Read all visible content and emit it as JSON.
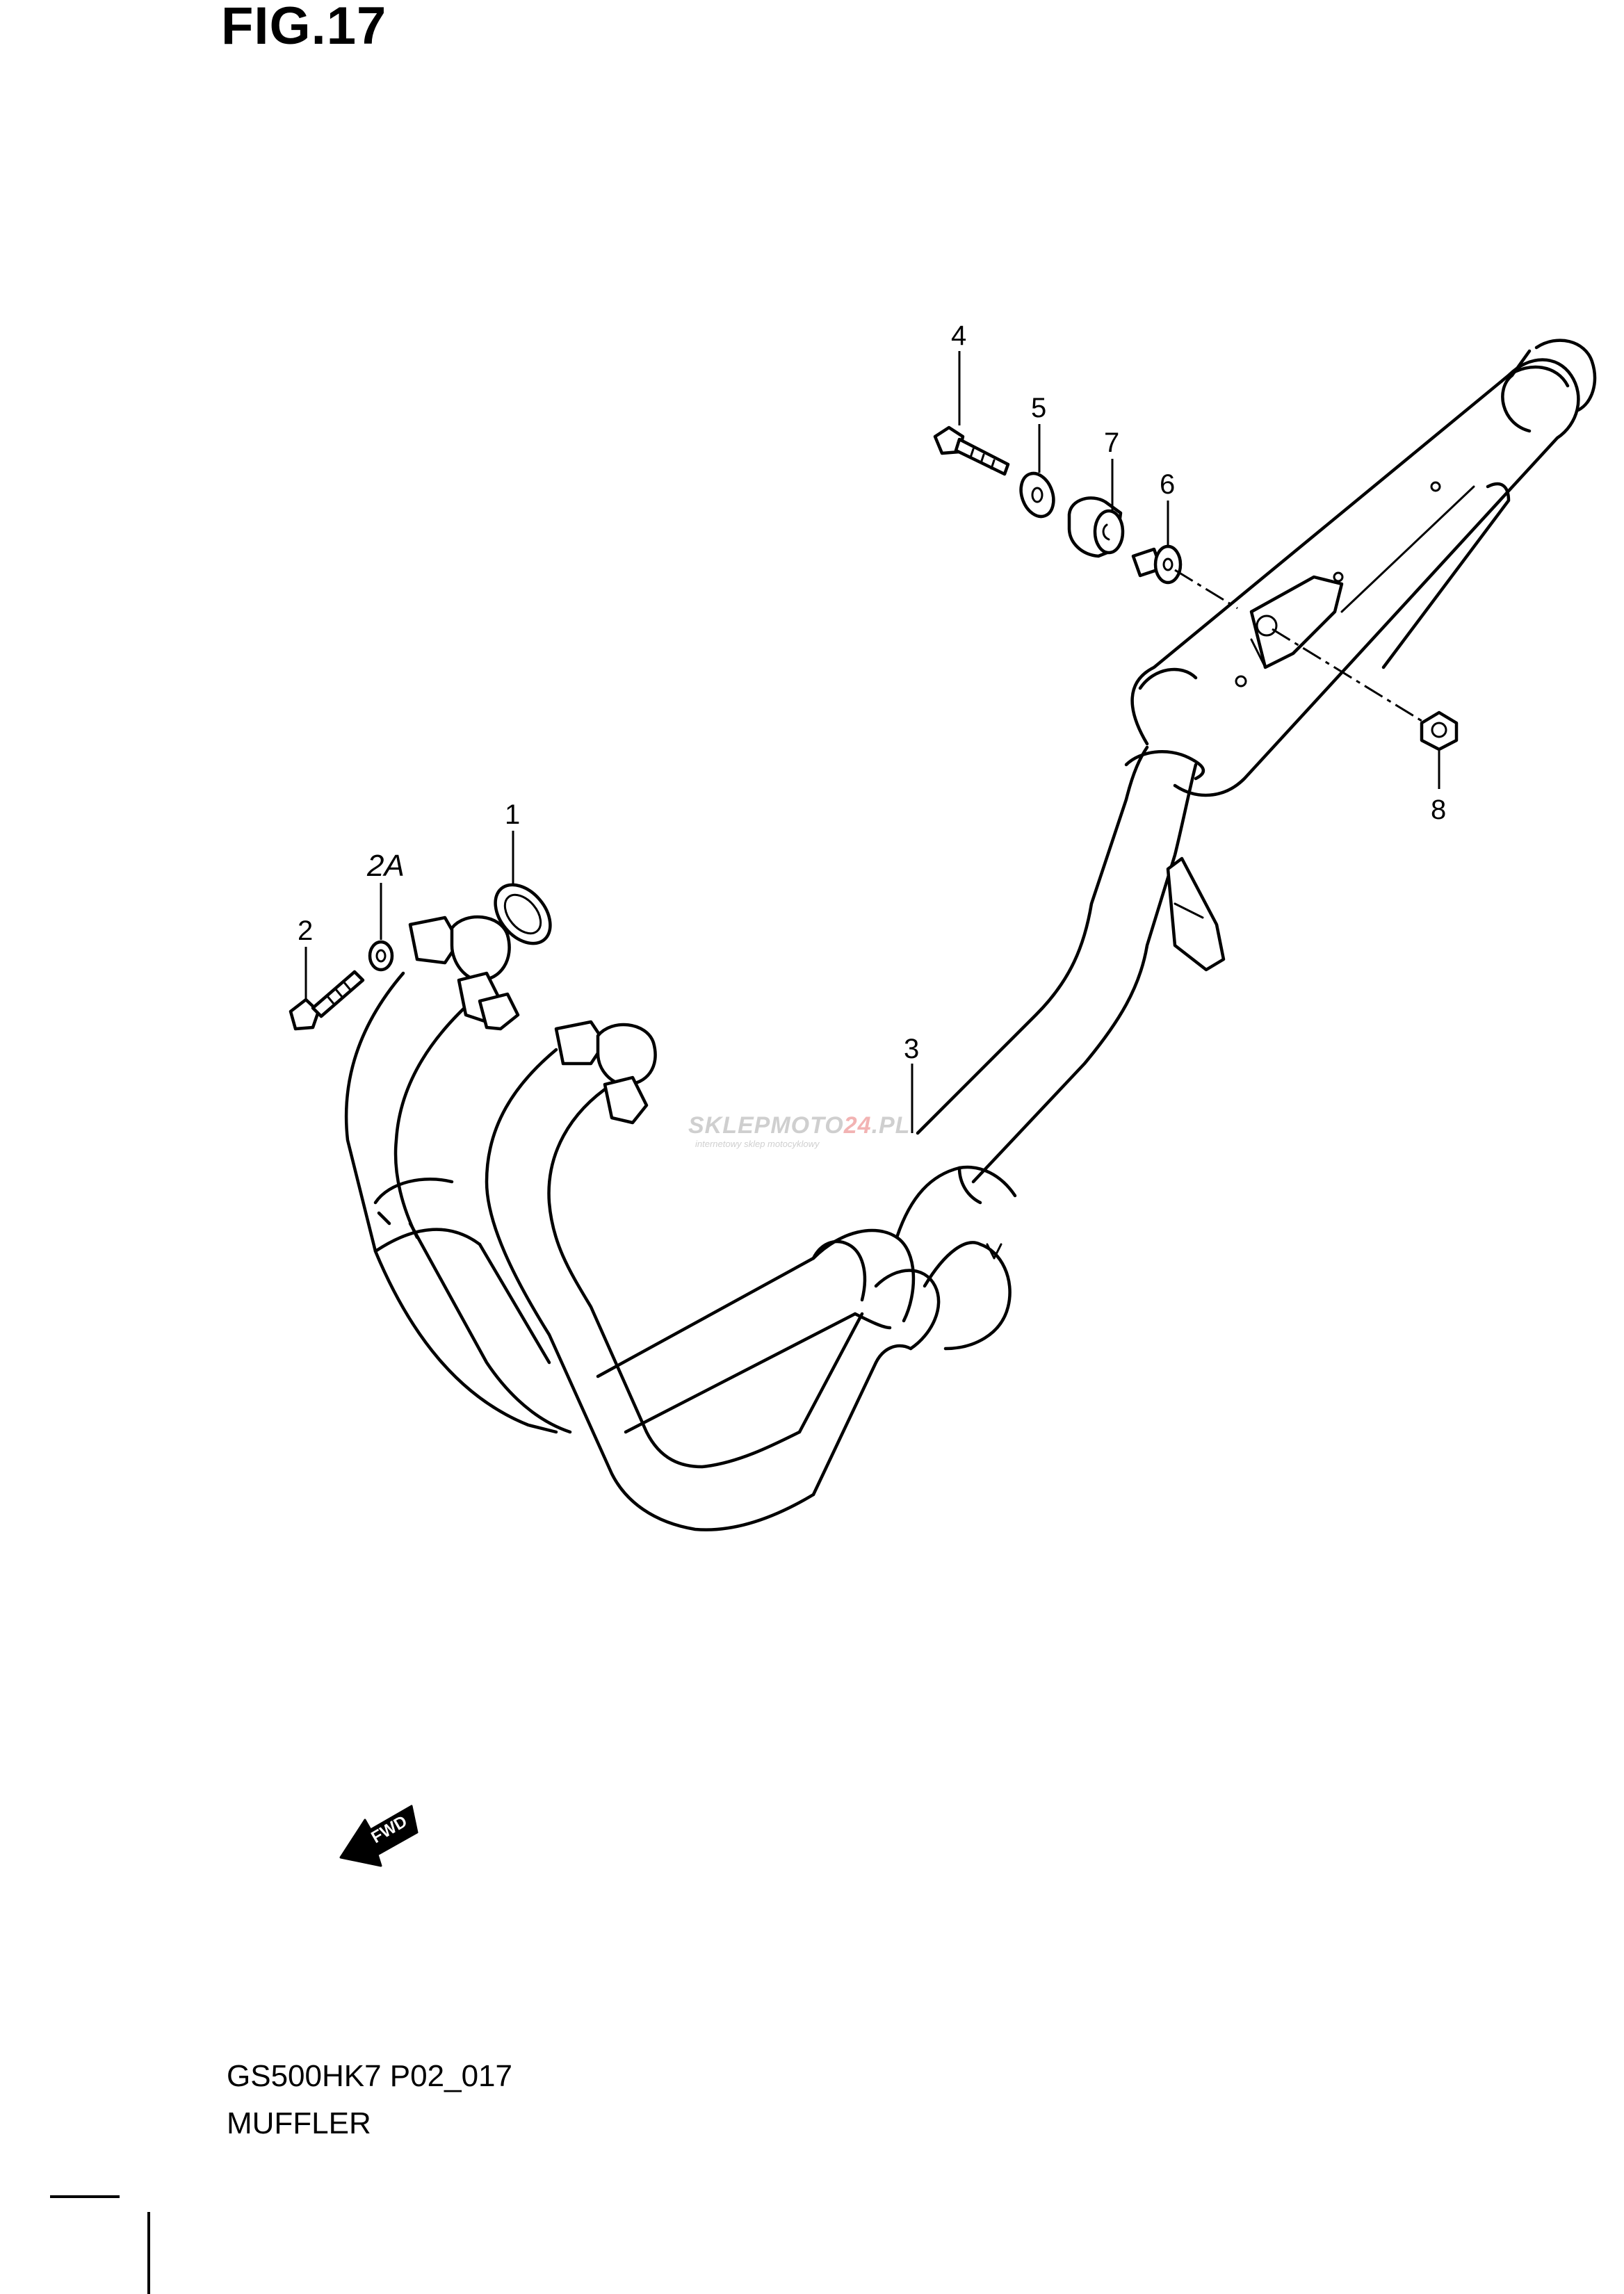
{
  "figure": {
    "title": "FIG.17",
    "model_code": "GS500HK7 P02_017",
    "part_name": "MUFFLER"
  },
  "callouts": [
    {
      "id": "1",
      "label": "1"
    },
    {
      "id": "2",
      "label": "2"
    },
    {
      "id": "2A",
      "label": "2A"
    },
    {
      "id": "3",
      "label": "3"
    },
    {
      "id": "4",
      "label": "4"
    },
    {
      "id": "5",
      "label": "5"
    },
    {
      "id": "6",
      "label": "6"
    },
    {
      "id": "7",
      "label": "7"
    },
    {
      "id": "8",
      "label": "8"
    }
  ],
  "direction_indicator": {
    "label": "FWD"
  },
  "watermark": {
    "brand_a": "SKLEPMOTO",
    "brand_b": "24",
    "brand_c": ".PL",
    "tagline": "internetowy sklep motocyklowy"
  },
  "colors": {
    "line": "#000000",
    "background": "#ffffff",
    "watermark_gray": "#cfcfcf",
    "watermark_red": "#f2b3b3"
  }
}
